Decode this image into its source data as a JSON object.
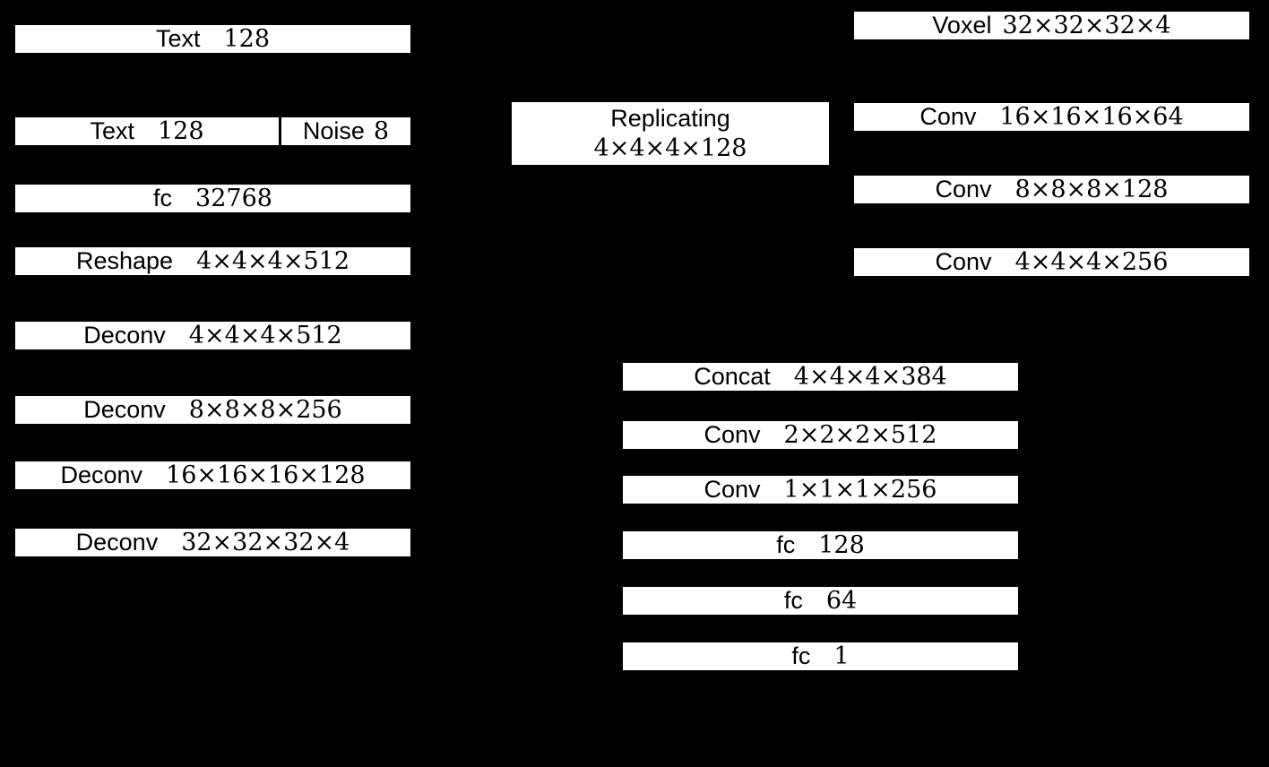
{
  "colors": {
    "background": "#000000",
    "box_fill": "#ffffff",
    "box_text": "#000000",
    "divider": "#000000"
  },
  "generator_column": {
    "boxes": [
      {
        "type": "single",
        "label": "Text",
        "dims": "128"
      },
      {
        "type": "split",
        "left": {
          "label": "Text",
          "dims": "128"
        },
        "right": {
          "label": "Noise",
          "dims": "8"
        }
      },
      {
        "type": "single",
        "label": "fc",
        "dims": "32768"
      },
      {
        "type": "single",
        "label": "Reshape",
        "dims": "4×4×4×512"
      },
      {
        "type": "single",
        "label": "Deconv",
        "dims": "4×4×4×512"
      },
      {
        "type": "single",
        "label": "Deconv",
        "dims": "8×8×8×256"
      },
      {
        "type": "single",
        "label": "Deconv",
        "dims": "16×16×16×128"
      },
      {
        "type": "single",
        "label": "Deconv",
        "dims": "32×32×32×4"
      }
    ]
  },
  "replicating_box": {
    "label": "Replicating",
    "dims": "4×4×4×128"
  },
  "discriminator_column": {
    "boxes": [
      {
        "label": "Voxel",
        "dims": "32×32×32×4"
      },
      {
        "label": "Conv",
        "dims": "16×16×16×64"
      },
      {
        "label": "Conv",
        "dims": "8×8×8×128"
      },
      {
        "label": "Conv",
        "dims": "4×4×4×256"
      }
    ]
  },
  "merge_column": {
    "boxes": [
      {
        "label": "Concat",
        "dims": "4×4×4×384"
      },
      {
        "label": "Conv",
        "dims": "2×2×2×512"
      },
      {
        "label": "Conv",
        "dims": "1×1×1×256"
      },
      {
        "label": "fc",
        "dims": "128"
      },
      {
        "label": "fc",
        "dims": "64"
      },
      {
        "label": "fc",
        "dims": "1"
      }
    ]
  }
}
